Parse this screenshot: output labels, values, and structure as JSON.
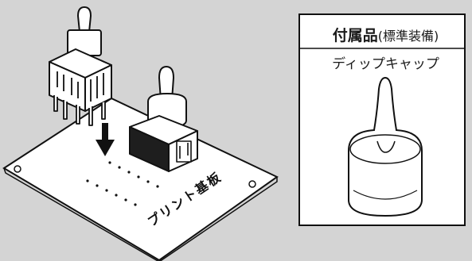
{
  "accessory_box": {
    "title_main": "付属品",
    "title_sub": "(標準装備)",
    "item_label": "ディップキャップ"
  },
  "pcb": {
    "label": "プリント基板"
  }
}
